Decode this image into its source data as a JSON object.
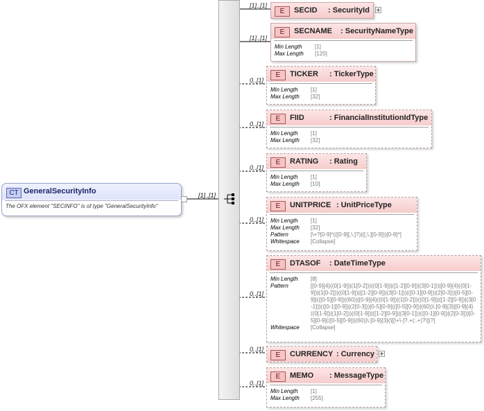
{
  "complex_type": {
    "badge": "CT",
    "name": "GeneralSecurityInfo",
    "description": "The OFX element \"SECINFO\" is of type \"GeneralSecurityInfo\"",
    "multiplicity": "[1]..[1]"
  },
  "elements": [
    {
      "badge": "E",
      "name": "SECID",
      "type": "SecurityId",
      "multiplicity": "[1]..[1]",
      "facets": []
    },
    {
      "badge": "E",
      "name": "SECNAME",
      "type": "SecurityNameType",
      "multiplicity": "[1]..[1]",
      "facets": [
        {
          "label": "Min Length",
          "value": "[1]"
        },
        {
          "label": "Max Length",
          "value": "[120]"
        }
      ]
    },
    {
      "badge": "E",
      "name": "TICKER",
      "type": "TickerType",
      "multiplicity": "0..[1]",
      "facets": [
        {
          "label": "Min Length",
          "value": "[1]"
        },
        {
          "label": "Max Length",
          "value": "[32]"
        }
      ]
    },
    {
      "badge": "E",
      "name": "FIID",
      "type": "FinancialInstitutionIdType",
      "multiplicity": "0..[1]",
      "facets": [
        {
          "label": "Min Length",
          "value": "[1]"
        },
        {
          "label": "Max Length",
          "value": "[32]"
        }
      ]
    },
    {
      "badge": "E",
      "name": "RATING",
      "type": "Rating",
      "multiplicity": "0..[1]",
      "facets": [
        {
          "label": "Min Length",
          "value": "[1]"
        },
        {
          "label": "Max Length",
          "value": "[10]"
        }
      ]
    },
    {
      "badge": "E",
      "name": "UNITPRICE",
      "type": "UnitPriceType",
      "multiplicity": "0..[1]",
      "facets": [
        {
          "label": "Min Length",
          "value": "[1]"
        },
        {
          "label": "Max Length",
          "value": "[32]"
        },
        {
          "label": "Pattern",
          "value": "[\\+?[0-9]*(([0-9][,\\.]?)|([,\\.][0-9]))[0-9]*]"
        },
        {
          "label": "Whitespace",
          "value": "[Collapse]"
        }
      ]
    },
    {
      "badge": "E",
      "name": "DTASOF",
      "type": "DateTimeType",
      "multiplicity": "0..[1]",
      "facets": [
        {
          "label": "Min Length",
          "value": "[8]"
        },
        {
          "label": "Pattern",
          "value": "[[0-9]{4}((0[1-9])|(1[0-2]))((0[1-9])|([1-2][0-9])|(3[0-1]))|[0-9]{4}((0[1-9])|(1[0-2]))((0[1-9])|([1-2][0-9])|(3[0-1]))(([0-1][0-9])|(2[0-3]))[0-5][0-9]|(([0-5][0-9])|(60))|[0-9]{4}((0[1-9])|(1[0-2]))((0[1-9])|([1-2][0-9])|(3[0-1]))(([0-1][0-9])|(2[0-3]))[0-5][0-9](([0-5][0-9])|(60))\\.[0-9]{3}|[0-9]{4}((0[1-9])|(1[0-2]))((0[1-9])|([1-2][0-9])|(3[0-1]))(([0-1][0-9])|(2[0-3]))[0-5][0-9](([0-5][0-9])|(60))\\.[0-9]{3}(\\[[\\+\\-]?.+(:.+)?\\])?]"
        },
        {
          "label": "Whitespace",
          "value": "[Collapse]"
        }
      ]
    },
    {
      "badge": "E",
      "name": "CURRENCY",
      "type": "Currency",
      "multiplicity": "0..[1]",
      "facets": []
    },
    {
      "badge": "E",
      "name": "MEMO",
      "type": "MessageType",
      "multiplicity": "0..[1]",
      "facets": [
        {
          "label": "Min Length",
          "value": "[1]"
        },
        {
          "label": "Max Length",
          "value": "[255]"
        }
      ]
    }
  ]
}
